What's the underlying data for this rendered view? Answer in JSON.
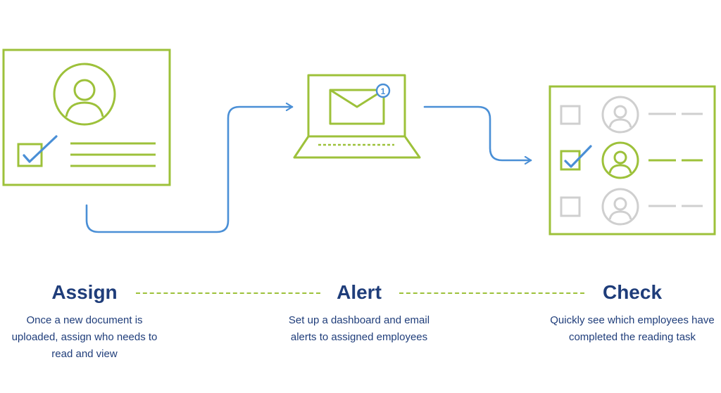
{
  "colors": {
    "green": "#9dc13a",
    "blue": "#4a8fd6",
    "gray": "#cfcfcf",
    "navy": "#1f3d7a"
  },
  "steps": [
    {
      "title": "Assign",
      "description": "Once a new document is uploaded, assign who needs to read and view",
      "icon": "document-assign-icon"
    },
    {
      "title": "Alert",
      "description": "Set up a dashboard and email alerts to assigned employees",
      "icon": "laptop-email-icon"
    },
    {
      "title": "Check",
      "description": "Quickly see which employees have completed the reading task",
      "icon": "checklist-icon"
    }
  ],
  "notification_count": "1"
}
